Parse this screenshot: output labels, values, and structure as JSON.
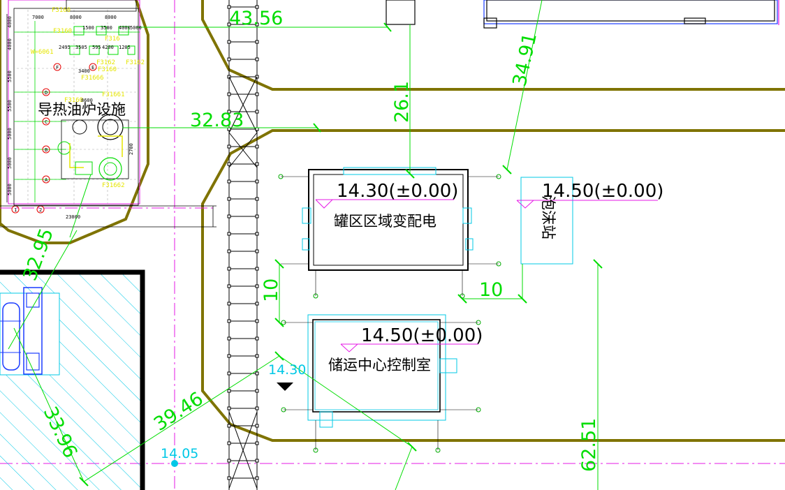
{
  "colors": {
    "background": "#ffffff",
    "road": "#7f7300",
    "dimension": "#00dd00",
    "cyan": "#00c8e6",
    "magenta": "#e619e6",
    "blue": "#1a3cff",
    "yellow": "#e6e600",
    "building": "#000000"
  },
  "labels": {
    "heat_oil_unit": "导热油炉设施",
    "substation": "罐区区域变配电",
    "foam_station": "泡沫站",
    "control_room": "储运中心控制室"
  },
  "elevations": {
    "substation": "14.30(±0.00)",
    "foam_station": "14.50(±0.00)",
    "control_room": "14.50(±0.00)",
    "spot_a": "14.30",
    "spot_b": "14.05"
  },
  "dimensions": {
    "d1": "43.56",
    "d2": "32.83",
    "d3": "26.1",
    "d4": "34.91",
    "d5": "10",
    "d6": "10",
    "d7": "39.46",
    "d8": "33.96",
    "d9": "32.95",
    "d10": "62.51"
  },
  "small_text": {
    "tags": [
      "F3160",
      "F3160",
      "F316",
      "F3162",
      "F3160",
      "F3162",
      "F31666",
      "F31661",
      "F31662",
      "F3160",
      "W=6061"
    ],
    "dims": [
      "7000",
      "8000",
      "8000",
      "1500",
      "4000",
      "3500",
      "5000",
      "2495",
      "3505",
      "595",
      "4200",
      "1205",
      "3400",
      "8600",
      "2700",
      "23000",
      "5500",
      "5500",
      "5000",
      "5000",
      "5000",
      "4000",
      "4000"
    ],
    "axis_letters": [
      "F",
      "E",
      "D",
      "C",
      "B",
      "A",
      "1",
      "2"
    ]
  }
}
